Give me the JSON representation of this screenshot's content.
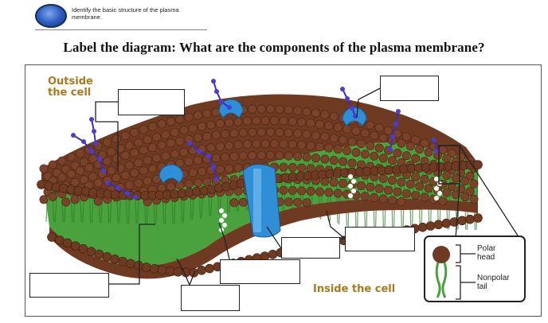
{
  "objective": "Identify the basic structure of the plasma membrane.",
  "question": "Label the diagram: What are the components of the plasma membrane?",
  "diagram": {
    "outside_label": "Outside the cell",
    "inside_label": "Inside the cell",
    "legend": {
      "polar_head": "Polar head",
      "nonpolar_tail": "Nonpolar tail"
    },
    "answer_boxes": [
      "",
      "",
      "",
      "",
      "",
      "",
      "",
      ""
    ]
  },
  "colors": {
    "phospholipid_head": "#6e3a22",
    "phospholipid_tail": "#49a23d",
    "protein": "#2f8fd6",
    "glycoprotein_chain": "#3b2fb5",
    "label_text": "#a87a1d",
    "outline": "#222222"
  }
}
